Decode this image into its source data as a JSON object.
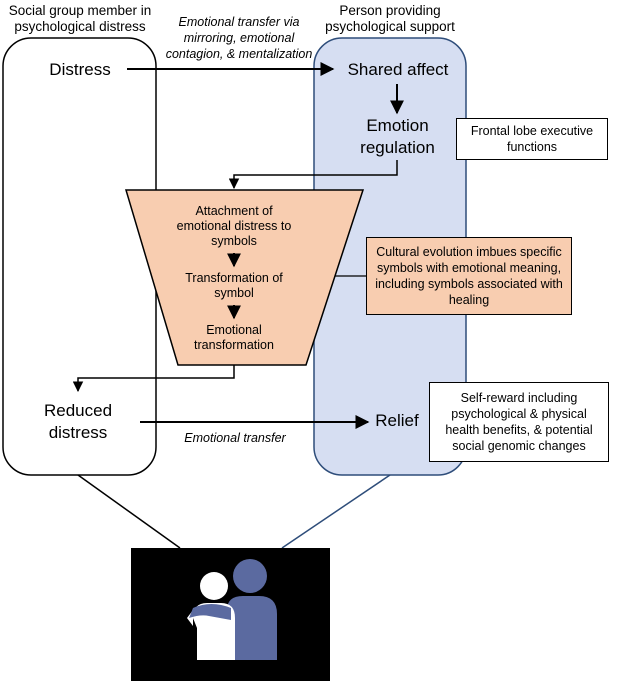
{
  "headings": {
    "left": "Social group member in psychological distress",
    "right": "Person providing psychological support"
  },
  "left_column": {
    "distress": "Distress",
    "reduced_distress": "Reduced distress"
  },
  "right_column": {
    "shared_affect": "Shared affect",
    "emotion_regulation": "Emotion regulation",
    "relief": "Relief"
  },
  "arrows": {
    "top_label": "Emotional transfer via mirroring, emotional contagion, & mentalization",
    "bottom_label": "Emotional transfer"
  },
  "funnel": {
    "step1": "Attachment of emotional distress to symbols",
    "step2": "Transformation of symbol",
    "step3": "Emotional transformation"
  },
  "side_boxes": {
    "frontal": "Frontal lobe executive functions",
    "cultural": "Cultural evolution imbues specific symbols with emotional meaning, including symbols associated with healing",
    "self_reward": "Self-reward including psychological & physical health benefits, & potential social genomic changes"
  },
  "colors": {
    "right_panel_fill": "#d6def2",
    "right_panel_stroke": "#2e4d7a",
    "funnel_fill": "#f8cdb0",
    "connector_right": "#2e4d7a",
    "figure_white": "#ffffff",
    "figure_blue": "#5b6aa0",
    "image_background": "#000000"
  },
  "icons": [
    "two-people-embrace-icon"
  ]
}
